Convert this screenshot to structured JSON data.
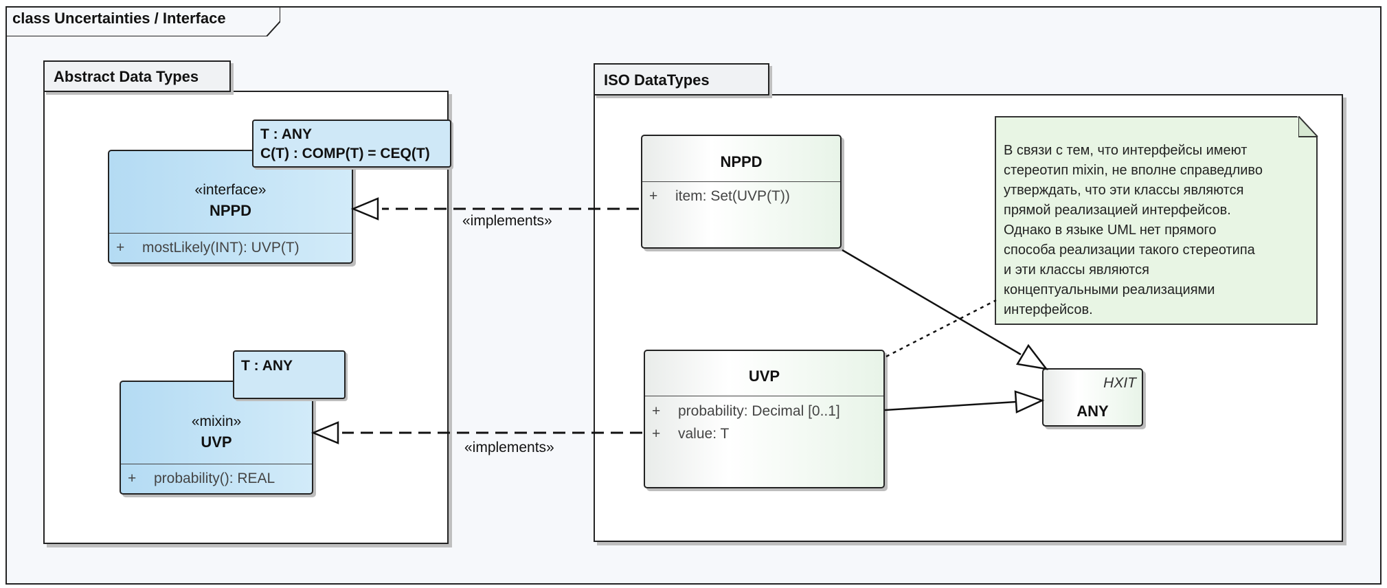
{
  "frame": {
    "title": "class Uncertainties / Interface"
  },
  "packages": {
    "abstract": {
      "label": "Abstract Data Types"
    },
    "iso": {
      "label": "ISO DataTypes"
    }
  },
  "interfaces": {
    "nppd": {
      "params": [
        "T : ANY",
        "C(T) : COMP(T) = CEQ(T)"
      ],
      "stereotype": "«interface»",
      "name": "NPPD",
      "ops": [
        {
          "vis": "+",
          "text": "mostLikely(INT): UVP(T)"
        }
      ]
    },
    "uvp": {
      "params": [
        "T : ANY"
      ],
      "stereotype": "«mixin»",
      "name": "UVP",
      "ops": [
        {
          "vis": "+",
          "text": "probability(): REAL"
        }
      ]
    }
  },
  "classes": {
    "nppd": {
      "name": "NPPD",
      "attrs": [
        {
          "vis": "+",
          "text": "item: Set(UVP(T))"
        }
      ]
    },
    "uvp": {
      "name": "UVP",
      "attrs": [
        {
          "vis": "+",
          "text": "probability: Decimal [0..1]"
        },
        {
          "vis": "+",
          "text": "value: T"
        }
      ]
    },
    "any": {
      "stereotype": "HXIT",
      "name": "ANY"
    }
  },
  "relations": {
    "implements_nppd": "«implements»",
    "implements_uvp": "«implements»"
  },
  "note": {
    "lines": [
      "В связи с тем, что интерфейсы имеют",
      "стереотип mixin, не вполне справедливо",
      "утверждать, что эти классы являются",
      "прямой реализацией интерфейсов.",
      "Однако в языке UML нет прямого",
      "способа реализации такого стереотипа",
      "и эти классы являются",
      "концептуальными реализациями",
      "интерфейсов."
    ]
  },
  "colors": {
    "interface_fill": "#b4dbf3",
    "param_fill": "#cfe8f7",
    "note_fill": "#e8f5e4",
    "line": "#111111"
  }
}
